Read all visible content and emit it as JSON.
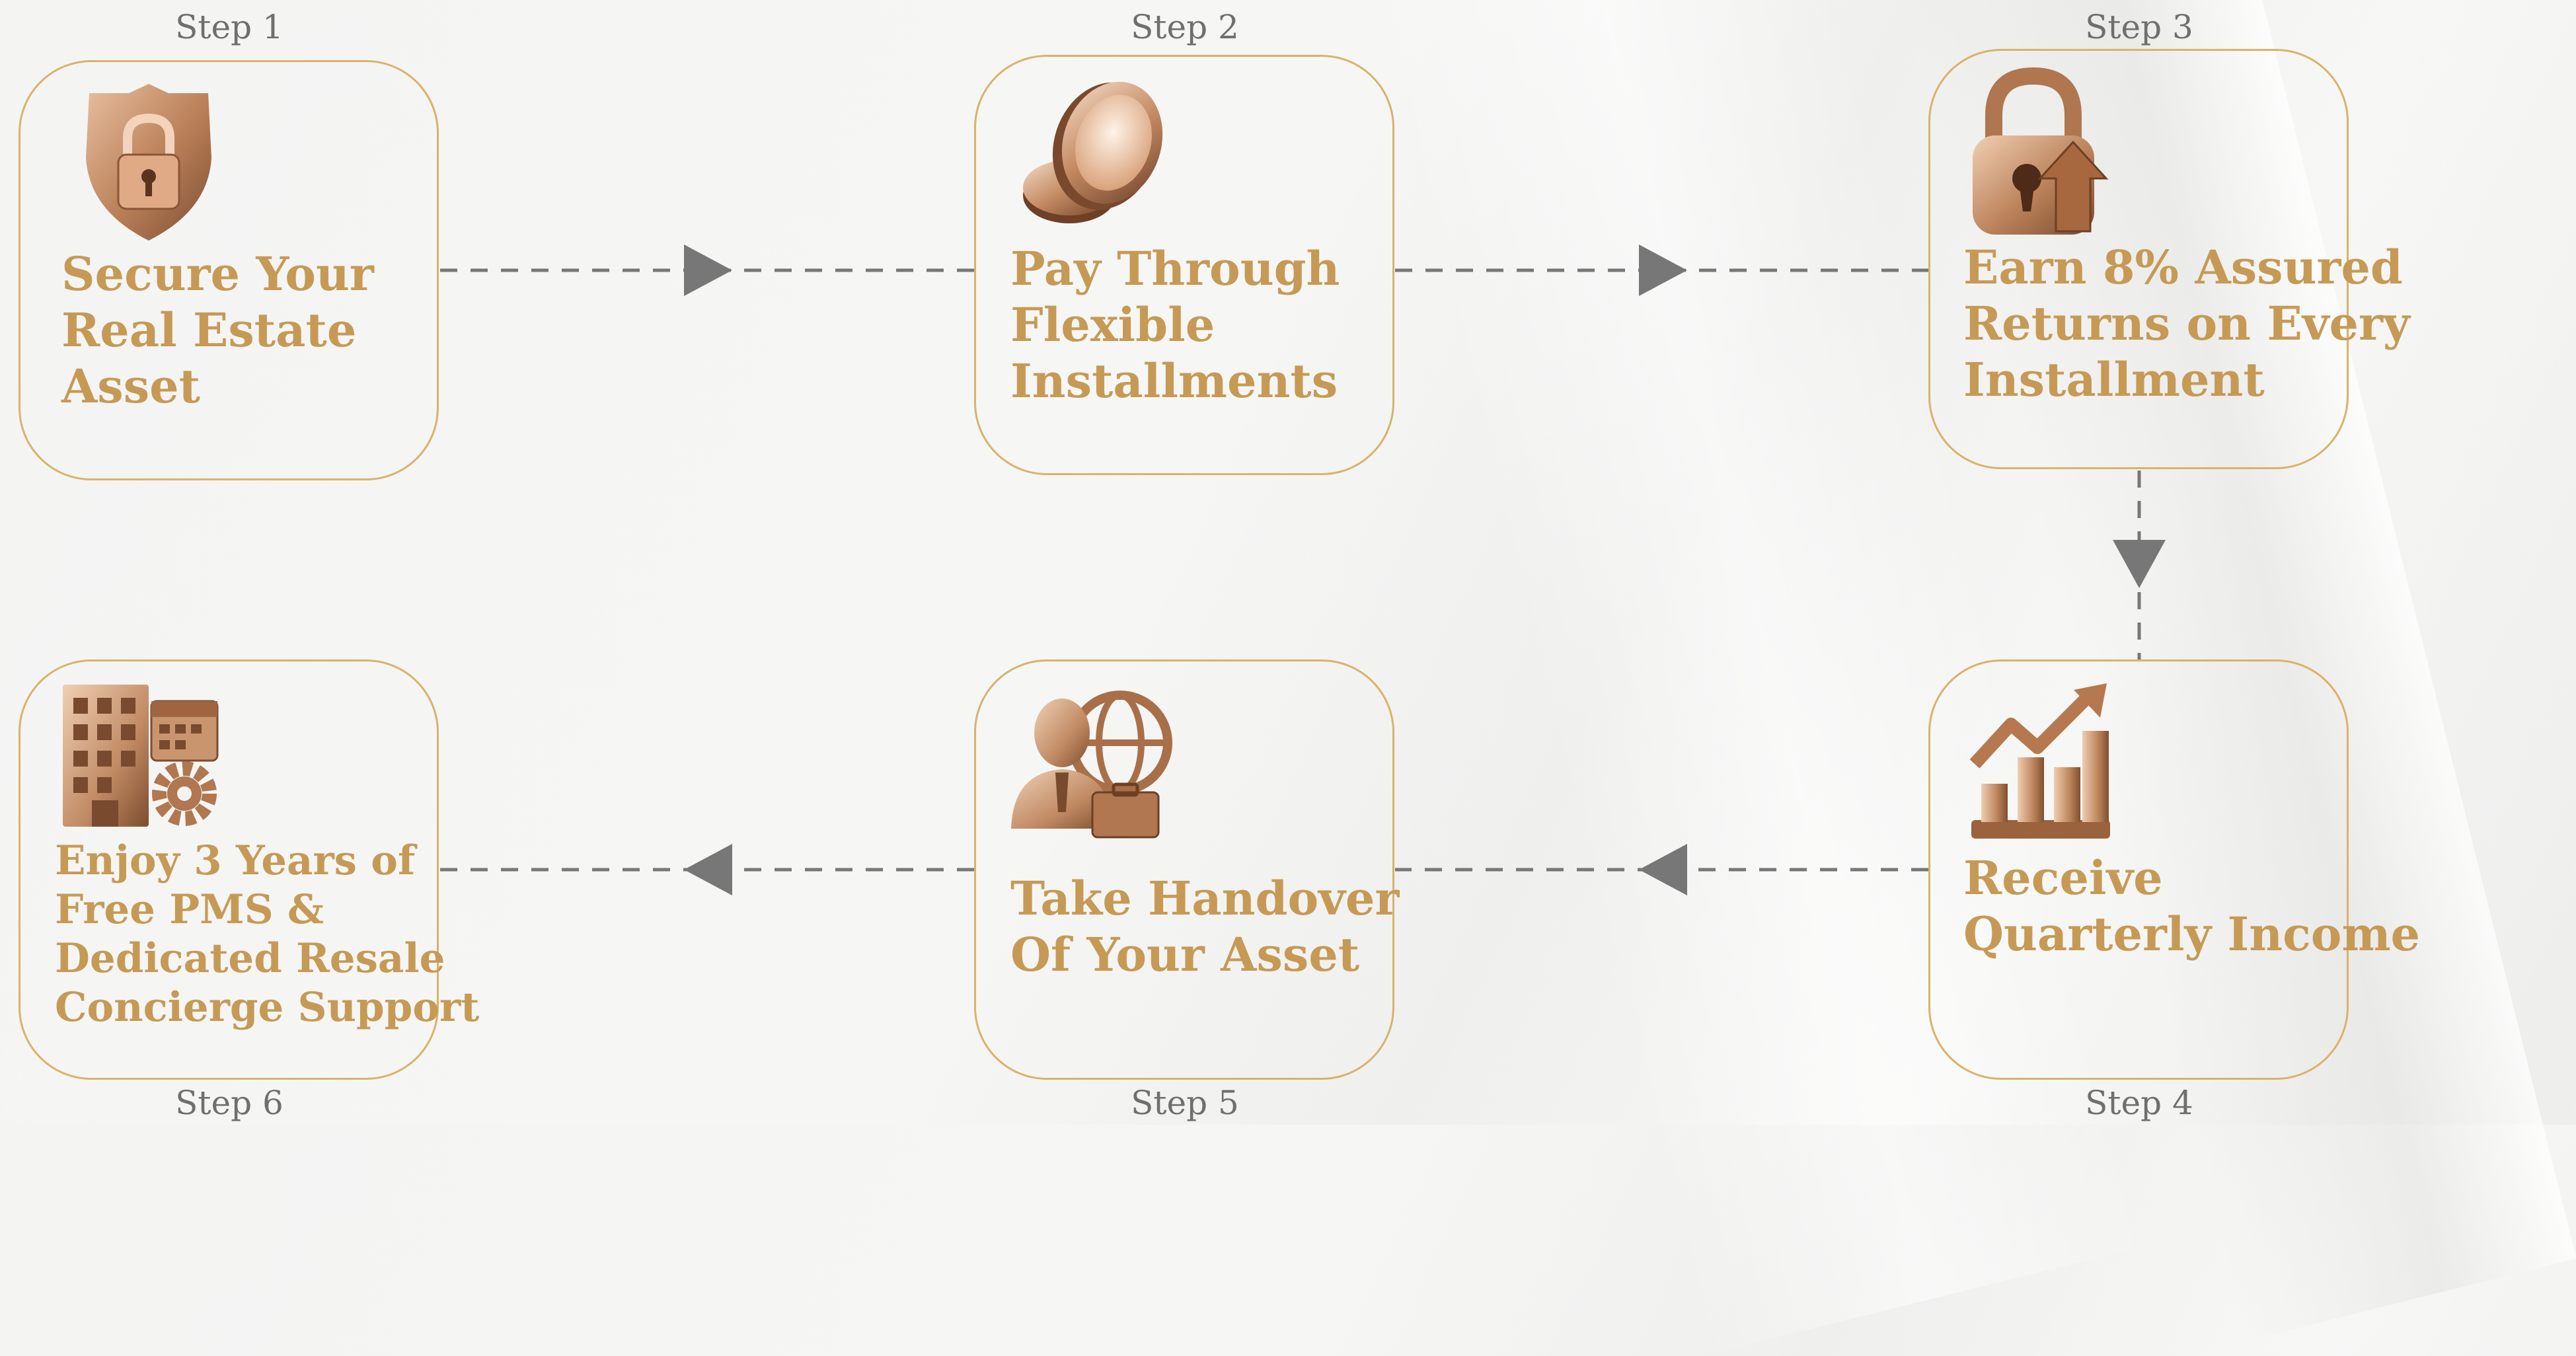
{
  "colors": {
    "gold": "#c69a55",
    "border": "#d9b36a",
    "connector": "#777777",
    "step_label": "#6f6f6f",
    "bronze": "#b97f57"
  },
  "steps": [
    {
      "label": "Step 1",
      "title": [
        "Secure Your",
        "Real Estate",
        "Asset"
      ],
      "icon": "shield-lock-icon"
    },
    {
      "label": "Step 2",
      "title": [
        "Pay Through",
        "Flexible",
        "Installments"
      ],
      "icon": "coin-icon"
    },
    {
      "label": "Step 3",
      "title": [
        "Earn 8% Assured",
        "Returns on Every",
        "Installment"
      ],
      "icon": "padlock-arrow-icon"
    },
    {
      "label": "Step 4",
      "title": [
        "Receive",
        "Quarterly Income"
      ],
      "icon": "growth-chart-icon"
    },
    {
      "label": "Step 5",
      "title": [
        "Take Handover",
        "Of Your Asset"
      ],
      "icon": "businessman-globe-icon"
    },
    {
      "label": "Step 6",
      "title": [
        "Enjoy 3 Years of",
        "Free PMS &",
        "Dedicated Resale",
        "Concierge Support"
      ],
      "icon": "building-calendar-gear-icon"
    }
  ]
}
